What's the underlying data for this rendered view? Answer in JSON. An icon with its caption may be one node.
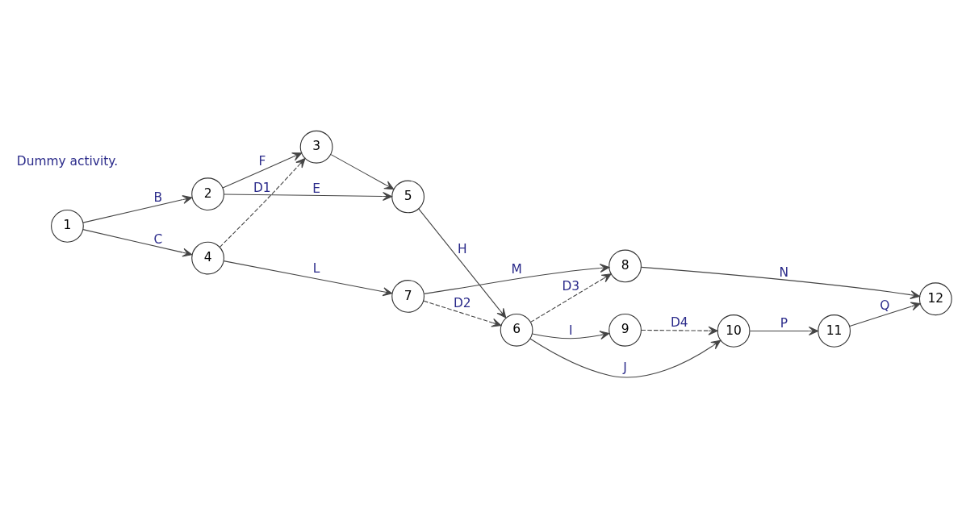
{
  "diagram": {
    "nodes": [
      {
        "text": [
          "1"
        ]
      },
      {
        "text": [
          "2"
        ]
      },
      {
        "text": [
          "3"
        ]
      },
      {
        "text": [
          "4"
        ]
      },
      {
        "text": [
          "5"
        ]
      },
      {
        "text": [
          "6"
        ]
      },
      {
        "text": [
          "7"
        ]
      },
      {
        "text": [
          "8"
        ]
      },
      {
        "text": [
          "9"
        ]
      },
      {
        "text": [
          "10"
        ]
      },
      {
        "text": [
          "11"
        ]
      },
      {
        "text": [
          "12"
        ]
      }
    ],
    "edges": [
      {
        "from": 0,
        "to": 1,
        "arrow": "to",
        "label": "B"
      },
      {
        "from": 0,
        "to": 3,
        "arrow": "to",
        "label": "C"
      },
      {
        "from": 1,
        "to": 4,
        "arrow": "to",
        "label": "E"
      },
      {
        "from": 1,
        "to": 2,
        "arrow": "to",
        "label": "F"
      },
      {
        "from": 2,
        "to": 4,
        "arrow": "to"
      },
      {
        "from": 3,
        "to": 2,
        "arrow": "to",
        "label": "D1",
        "style": "dashed"
      },
      {
        "from": 4,
        "to": 5,
        "arrow": "to",
        "label": "H"
      },
      {
        "from": 3,
        "to": 6,
        "arrow": "to",
        "label": "L"
      },
      {
        "from": 6,
        "to": 5,
        "arrow": "to",
        "label": "D2",
        "style": "dashed"
      },
      {
        "from": 5,
        "to": 7,
        "arrow": "to",
        "label": "D3",
        "style": "dashed"
      },
      {
        "from": 5,
        "to": 8,
        "arrow": "to",
        "label": "I"
      },
      {
        "from": 5,
        "to": 9,
        "arrow": "to",
        "label": "J"
      },
      {
        "from": 8,
        "to": 9,
        "arrow": "to",
        "label": "D4",
        "style": "dashed"
      },
      {
        "from": 6,
        "to": 7,
        "arrow": "to",
        "label": "M"
      },
      {
        "from": 7,
        "to": 11,
        "arrow": "to",
        "label": "N"
      },
      {
        "from": 9,
        "to": 10,
        "arrow": "to",
        "label": "P"
      },
      {
        "from": 10,
        "to": 11,
        "arrow": "to",
        "label": "Q"
      }
    ],
    "legend": [
      {
        "text": "Dummy activity."
      }
    ]
  }
}
